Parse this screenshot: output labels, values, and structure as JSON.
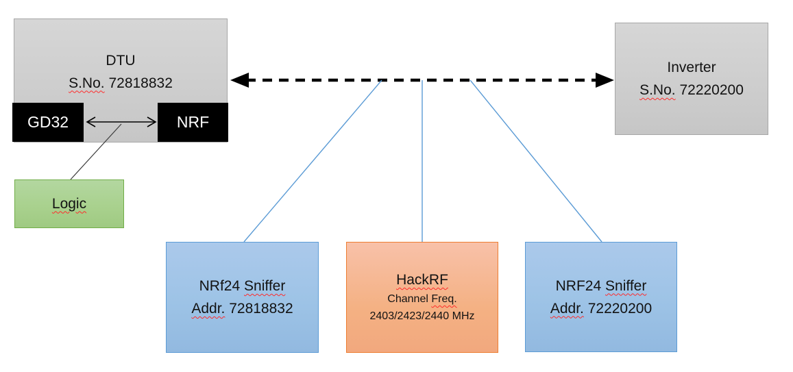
{
  "diagram": {
    "dtu": {
      "title": "DTU",
      "serial_label": "S.No.",
      "serial_number": "72818832",
      "chip_left": "GD32",
      "chip_right": "NRF"
    },
    "logic": {
      "label": "Logic"
    },
    "inverter": {
      "title": "Inverter",
      "serial_label": "S.No.",
      "serial_number": "72220200"
    },
    "sniffer_left": {
      "name": "NRf24",
      "name_suffix": "Sniffer",
      "addr_label": "Addr.",
      "addr_value": "72818832"
    },
    "hackrf": {
      "title": "HackRF",
      "channel_label": "Channel",
      "freq_label": "Freq.",
      "frequencies": "2403/2423/2440 MHz"
    },
    "sniffer_right": {
      "name": "NRF24",
      "name_suffix": "Sniffer",
      "addr_label": "Addr.",
      "addr_value": "72220200"
    },
    "colors": {
      "gray_fill": "#d0cece",
      "gray_border": "#a6a6a6",
      "chip_fill": "#000000",
      "chip_text": "#ffffff",
      "green_fill": "#a9d18e",
      "green_border": "#70ad47",
      "blue_fill": "#9dc3e6",
      "blue_border": "#5b9bd5",
      "orange_fill": "#f4b183",
      "orange_border": "#ed7d31",
      "connector_blue": "#5b9bd5",
      "arrow_black": "#000000",
      "squiggle_red": "#ff2a2a"
    }
  }
}
